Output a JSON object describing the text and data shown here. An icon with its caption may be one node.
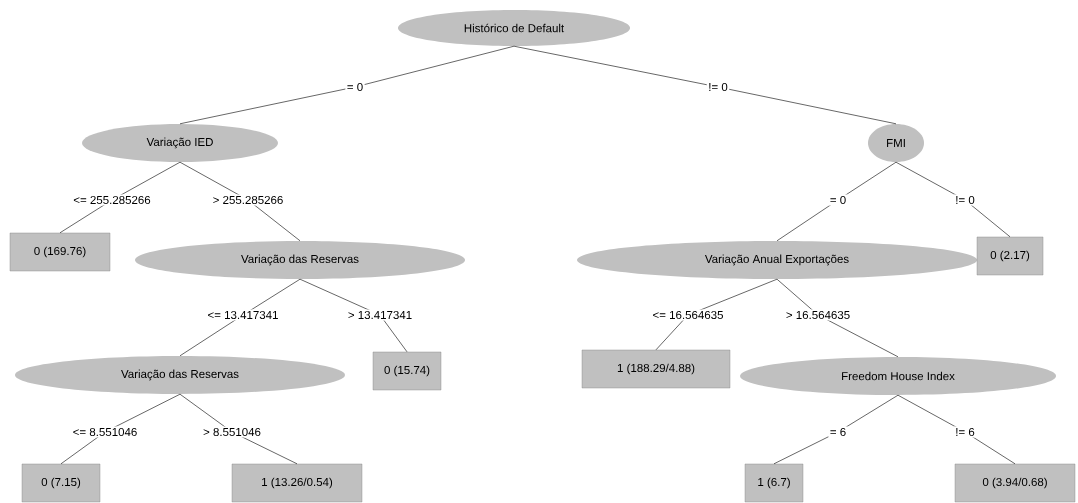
{
  "diagram": {
    "nodes": [
      {
        "text": [
          "Histórico de Default"
        ]
      },
      {
        "text": [
          "Variação IED"
        ]
      },
      {
        "text": [
          "FMI"
        ]
      },
      {
        "text": [
          "0 (169.76)"
        ]
      },
      {
        "text": [
          "Variação das Reservas"
        ]
      },
      {
        "text": [
          "Variação Anual Exportações"
        ]
      },
      {
        "text": [
          "0 (2.17)"
        ]
      },
      {
        "text": [
          "Variação das Reservas"
        ]
      },
      {
        "text": [
          "0 (15.74)"
        ]
      },
      {
        "text": [
          "1 (188.29/4.88)"
        ]
      },
      {
        "text": [
          "Freedom House Index"
        ]
      },
      {
        "text": [
          "0 (7.15)"
        ]
      },
      {
        "text": [
          "1 (13.26/0.54)"
        ]
      },
      {
        "text": [
          "1 (6.7)"
        ]
      },
      {
        "text": [
          "0 (3.94/0.68)"
        ]
      }
    ],
    "edges": [
      {
        "from": 0,
        "to": 1,
        "arrow": "none",
        "label": "= 0"
      },
      {
        "from": 0,
        "to": 2,
        "arrow": "none",
        "label": "!= 0"
      },
      {
        "from": 1,
        "to": 3,
        "arrow": "none",
        "label": "<= 255.285266"
      },
      {
        "from": 1,
        "to": 4,
        "arrow": "none",
        "label": "> 255.285266"
      },
      {
        "from": 2,
        "to": 5,
        "arrow": "none",
        "label": "= 0"
      },
      {
        "from": 2,
        "to": 6,
        "arrow": "none",
        "label": "!= 0"
      },
      {
        "from": 4,
        "to": 7,
        "arrow": "none",
        "label": "<= 13.417341"
      },
      {
        "from": 4,
        "to": 8,
        "arrow": "none",
        "label": "> 13.417341"
      },
      {
        "from": 5,
        "to": 9,
        "arrow": "none",
        "label": "<= 16.564635"
      },
      {
        "from": 5,
        "to": 10,
        "arrow": "none",
        "label": "> 16.564635"
      },
      {
        "from": 7,
        "to": 11,
        "arrow": "none",
        "label": "<= 8.551046"
      },
      {
        "from": 7,
        "to": 12,
        "arrow": "none",
        "label": "> 8.551046"
      },
      {
        "from": 10,
        "to": 13,
        "arrow": "none",
        "label": "= 6"
      },
      {
        "from": 10,
        "to": 14,
        "arrow": "none",
        "label": "!= 6"
      }
    ]
  }
}
